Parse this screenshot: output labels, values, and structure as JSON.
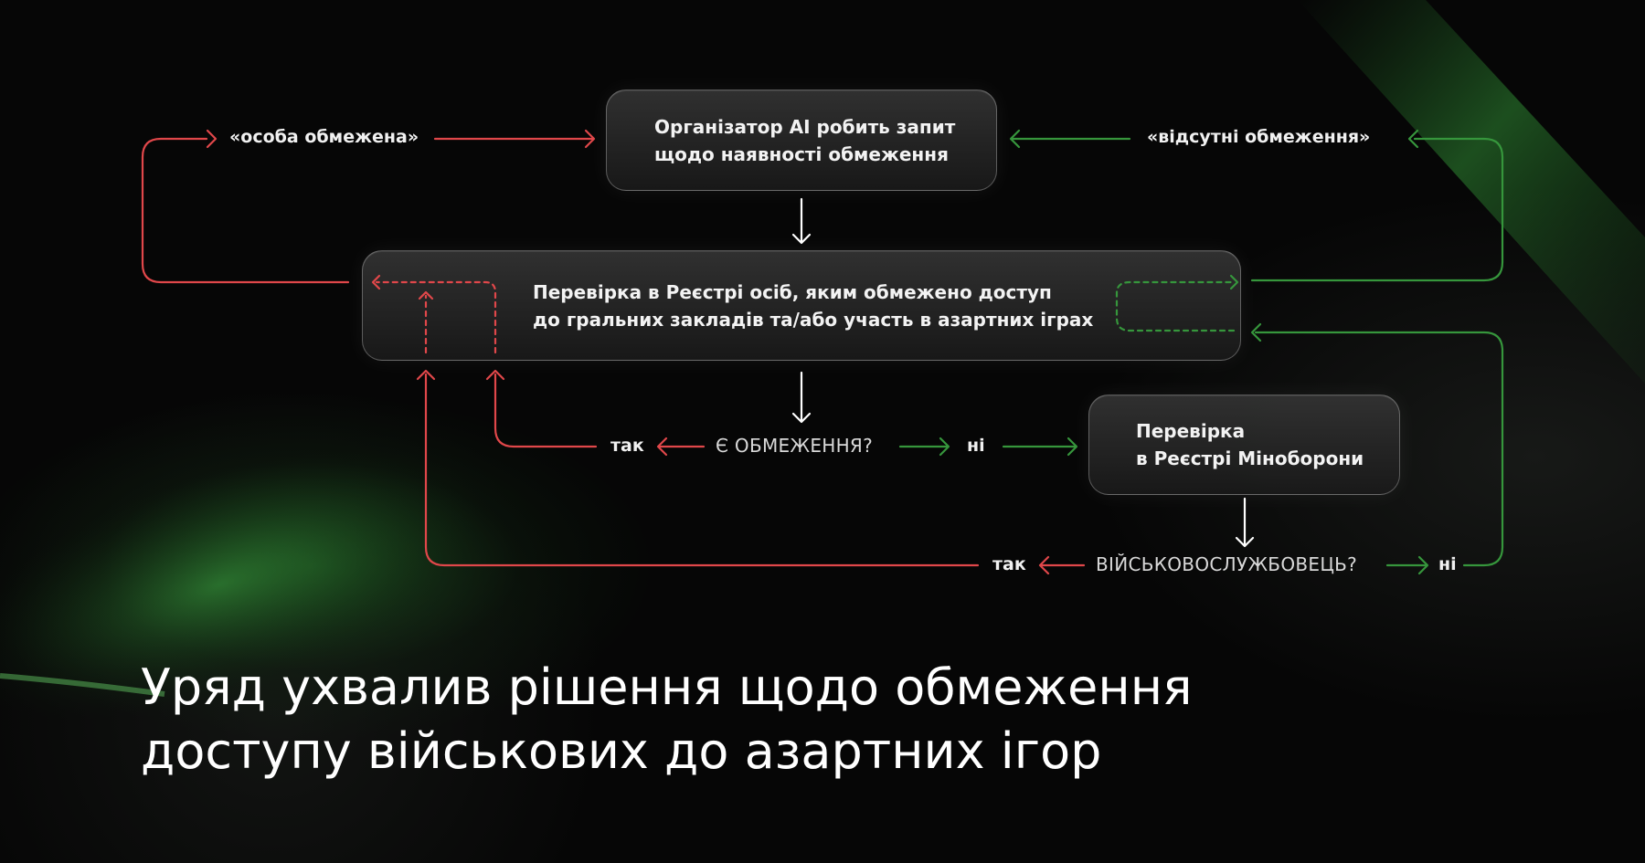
{
  "colors": {
    "restricted": "#e0474a",
    "allowed": "#36963c",
    "neutral": "#ffffff"
  },
  "nodes": {
    "organizer": "Організатор AI робить запит\nщодо наявності обмеження",
    "registry_check": "Перевірка в Реєстрі осіб, яким обмежено доступ\nдо гральних закладів та/або участь в азартних іграх",
    "mod_check": "Перевірка\nв Реєстрі Міноборони"
  },
  "labels": {
    "restricted": "«особа обмежена»",
    "not_restricted": "«відсутні обмеження»",
    "has_restriction_question": "Є ОБМЕЖЕННЯ?",
    "serviceman_question": "ВІЙСЬКОВОСЛУЖБОВЕЦЬ?",
    "yes": "так",
    "no": "ні"
  },
  "headline": {
    "line1": "Уряд ухвалив рішення щодо обмеження",
    "line2": "доступу військових до азартних ігор"
  }
}
